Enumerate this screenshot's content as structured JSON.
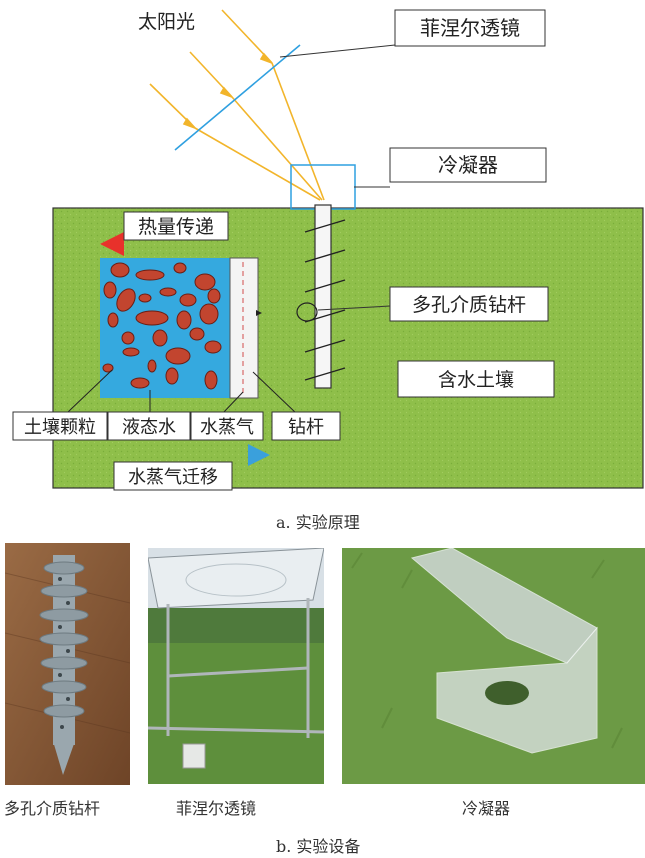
{
  "top_diagram": {
    "sunlight_label": "太阳光",
    "fresnel_lens_label": "菲涅尔透镜",
    "condenser_label": "冷凝器",
    "heat_transfer_label": "热量传递",
    "porous_rod_label": "多孔介质钻杆",
    "wet_soil_label": "含水土壤",
    "soil_particles_label": "土壤颗粒",
    "liquid_water_label": "液态水",
    "water_vapor_label": "水蒸气",
    "drill_rod_label": "钻杆",
    "vapor_migration_label": "水蒸气迁移",
    "caption": "a. 实验原理",
    "colors": {
      "soil_green": "#8fbf4a",
      "water_blue": "#35a9df",
      "particle_red": "#c2452f",
      "sun_ray": "#f2b52b",
      "lens_line": "#2fa0e0",
      "heat_arrow": "#e8312b",
      "vapor_arrow": "#3aa0dc"
    }
  },
  "photos": {
    "items": [
      {
        "caption": "多孔介质钻杆",
        "icon": "porous-drill-rod-photo"
      },
      {
        "caption": "菲涅尔透镜",
        "icon": "fresnel-lens-rig-photo"
      },
      {
        "caption": "冷凝器",
        "icon": "condenser-photo"
      }
    ],
    "caption": "b. 实验设备"
  }
}
